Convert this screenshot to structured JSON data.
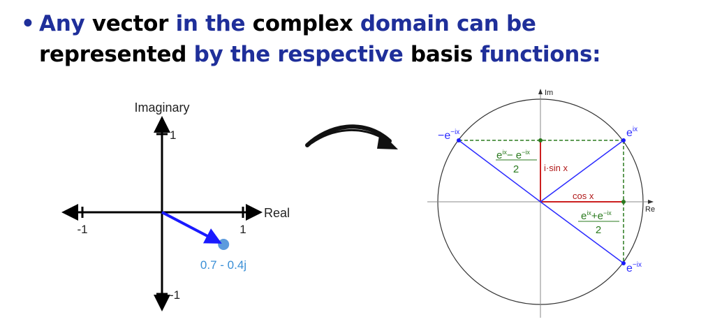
{
  "title": {
    "line1": [
      {
        "text": "Any",
        "color": "blue"
      },
      {
        "text": " vector",
        "color": "black"
      },
      {
        "text": " in the",
        "color": "blue"
      },
      {
        "text": " complex",
        "color": "black"
      },
      {
        "text": " domain can be",
        "color": "blue"
      }
    ],
    "line2": [
      {
        "text": "represented",
        "color": "black"
      },
      {
        "text": " by the respective",
        "color": "blue"
      },
      {
        "text": " basis",
        "color": "black"
      },
      {
        "text": " functions:",
        "color": "blue"
      }
    ]
  },
  "left_plot": {
    "y_axis_label": "Imaginary",
    "x_axis_label": "Real",
    "x_tick_pos": "1",
    "x_tick_neg": "-1",
    "y_tick_pos": "1",
    "y_tick_neg": "-1",
    "point": {
      "re": 0.7,
      "im": -0.4
    },
    "point_label": "0.7 - 0.4j"
  },
  "right_plot": {
    "y_axis_label": "Im",
    "x_axis_label": "Re",
    "label_eix": "e",
    "label_eix_sup": "ix",
    "label_emix": "e",
    "label_emix_sup": "−ix",
    "label_neg_emix": "−e",
    "label_neg_emix_sup": "−ix",
    "sin_label": "i·sin x",
    "cos_label": "cos x",
    "sin_frac_num_a": "e",
    "sin_frac_num_a_sup": "ix",
    "sin_frac_op": "− e",
    "sin_frac_num_b_sup": "−ix",
    "sin_frac_den": "2",
    "cos_frac_num_a": "e",
    "cos_frac_num_a_sup": "ix",
    "cos_frac_op": "+e",
    "cos_frac_num_b_sup": "−ix",
    "cos_frac_den": "2"
  },
  "colors": {
    "blue_text": "#1f2f9a",
    "vector": "#1a1aff",
    "point": "#4a90d9",
    "red": "#cc1f1f",
    "green": "#2a7a1e"
  }
}
